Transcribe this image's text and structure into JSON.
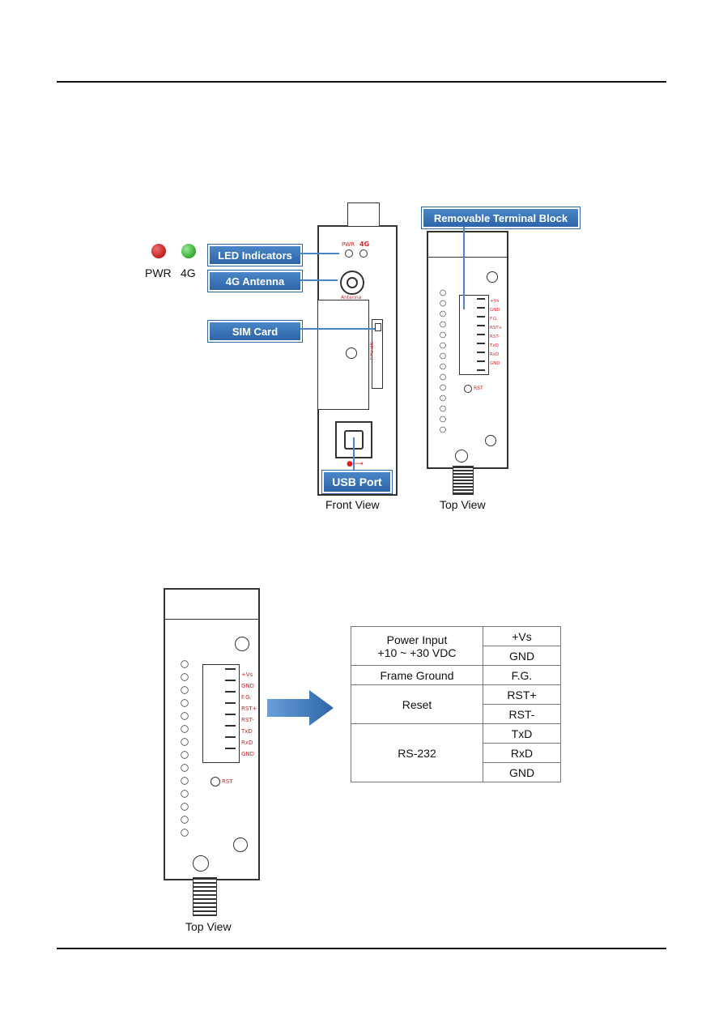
{
  "figure1": {
    "led_labels": [
      "PWR",
      "4G"
    ],
    "callouts": {
      "led": "LED Indicators",
      "antenna": "4G  Antenna",
      "sim": "SIM Card",
      "usb": "USB Port",
      "terminal": "Removable Terminal Block"
    },
    "device_silk": {
      "pwr": "PWR",
      "fourg": "4G",
      "antenna": "Antenna",
      "simcard": "SIM Card"
    },
    "captions": {
      "front": "Front View",
      "top": "Top View"
    }
  },
  "terminal_pins": [
    "+Vs",
    "GND",
    "F.G.",
    "RST+",
    "RST-",
    "TxD",
    "RxD",
    "GND"
  ],
  "rst_label": "RST",
  "figure2": {
    "caption": "Top View"
  },
  "pin_table": {
    "groups": {
      "power_line1": "Power Input",
      "power_line2": "+10 ~ +30 VDC",
      "frame": "Frame Ground",
      "reset": "Reset",
      "rs232": "RS-232"
    },
    "pins": [
      "+Vs",
      "GND",
      "F.G.",
      "RST+",
      "RST-",
      "TxD",
      "RxD",
      "GND"
    ]
  },
  "colors": {
    "led_pwr": "#c8282a",
    "led_4g": "#3cb43c",
    "callout": "#2d66a8",
    "silk_red": "#d22222"
  }
}
